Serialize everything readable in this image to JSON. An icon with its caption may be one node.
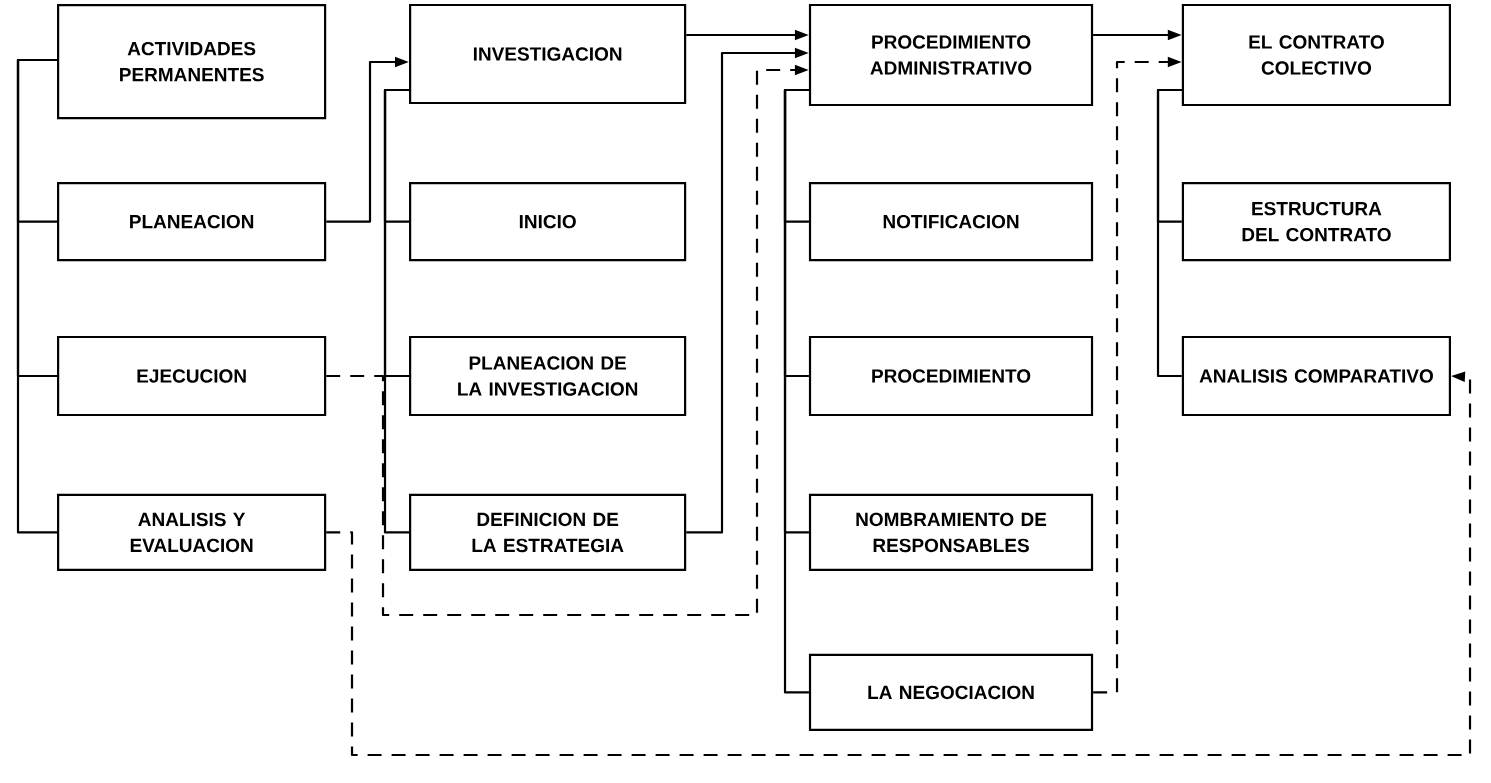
{
  "diagram": {
    "nodes": [
      {
        "text": [
          "ACTIVIDADES PERMANENTES"
        ]
      },
      {
        "text": [
          "PLANEACION"
        ]
      },
      {
        "text": [
          "EJECUCION"
        ]
      },
      {
        "text": [
          "ANALISIS Y EVALUACION"
        ]
      },
      {
        "text": [
          "INVESTIGACION"
        ]
      },
      {
        "text": [
          "INICIO"
        ]
      },
      {
        "text": [
          "PLANEACION DE LA INVESTIGACION"
        ]
      },
      {
        "text": [
          "DEFINICION DE LA ESTRATEGIA"
        ]
      },
      {
        "text": [
          "PROCEDIMIENTO ADMINISTRATIVO"
        ]
      },
      {
        "text": [
          "NOTIFICACION"
        ]
      },
      {
        "text": [
          "PROCEDIMIENTO"
        ]
      },
      {
        "text": [
          "NOMBRAMIENTO DE RESPONSABLES"
        ]
      },
      {
        "text": [
          "LA NEGOCIACION"
        ]
      },
      {
        "text": [
          "EL CONTRATO COLECTIVO"
        ]
      },
      {
        "text": [
          "ESTRUCTURA DEL CONTRATO"
        ]
      },
      {
        "text": [
          "ANALISIS COMPARATIVO"
        ]
      }
    ],
    "edges": [
      {
        "from": 0,
        "to": 1,
        "arrow": "none"
      },
      {
        "from": 0,
        "to": 2,
        "arrow": "none"
      },
      {
        "from": 0,
        "to": 3,
        "arrow": "none"
      },
      {
        "from": 1,
        "to": 4,
        "arrow": "to"
      },
      {
        "from": 4,
        "to": 5,
        "arrow": "none"
      },
      {
        "from": 4,
        "to": 6,
        "arrow": "none"
      },
      {
        "from": 4,
        "to": 7,
        "arrow": "none"
      },
      {
        "from": 4,
        "to": 8,
        "arrow": "to"
      },
      {
        "from": 7,
        "to": 8,
        "arrow": "to"
      },
      {
        "from": 2,
        "to": 8,
        "arrow": "to",
        "style": "dashed"
      },
      {
        "from": 8,
        "to": 9,
        "arrow": "none"
      },
      {
        "from": 8,
        "to": 10,
        "arrow": "none"
      },
      {
        "from": 8,
        "to": 11,
        "arrow": "none"
      },
      {
        "from": 8,
        "to": 12,
        "arrow": "none"
      },
      {
        "from": 8,
        "to": 13,
        "arrow": "to"
      },
      {
        "from": 12,
        "to": 13,
        "arrow": "to",
        "style": "dashed"
      },
      {
        "from": 13,
        "to": 14,
        "arrow": "none"
      },
      {
        "from": 13,
        "to": 15,
        "arrow": "none"
      },
      {
        "from": 3,
        "to": 15,
        "arrow": "to",
        "style": "dashed"
      }
    ]
  }
}
